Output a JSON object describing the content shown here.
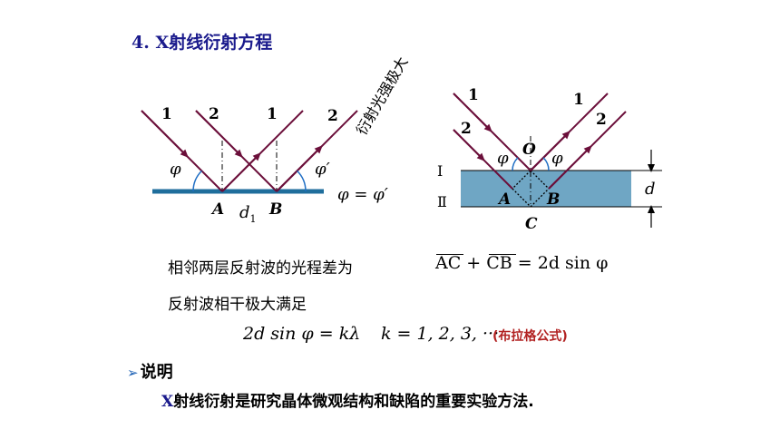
{
  "title": "4. X射线衍射方程",
  "left_diagram": {
    "ray_labels": [
      "1",
      "2",
      "1",
      "2"
    ],
    "point_a": "A",
    "point_b": "B",
    "spacing_label": "d",
    "spacing_subscript": "1",
    "incident_angle": "φ",
    "reflected_angle": "φ′",
    "rotated_label": "衍射光强极大",
    "angle_equation": "φ = φ′"
  },
  "right_diagram": {
    "ray_labels": [
      "1",
      "2",
      "1",
      "2"
    ],
    "point_o": "O",
    "point_a": "A",
    "point_b": "B",
    "point_c": "C",
    "angle_left": "φ",
    "angle_right": "φ",
    "layer_1": "Ⅰ",
    "layer_2": "Ⅱ",
    "thickness_label": "d",
    "colors": {
      "ray": "#6b0f3a",
      "layer": "#6fa6c4",
      "surface": "#1f6e9c"
    }
  },
  "path_text": "相邻两层反射波的光程差为",
  "path_formula": "AC + CB = 2d sin φ",
  "condition_text": "反射波相干极大满足",
  "bragg_formula": "2d sin φ = kλ",
  "k_values": "k = 1, 2, 3, ···",
  "bragg_label": "(布拉格公式)",
  "note_heading": "说明",
  "note_x": "X",
  "note_body": "射线衍射是研究晶体微观结构和缺陷的重要实验方法."
}
